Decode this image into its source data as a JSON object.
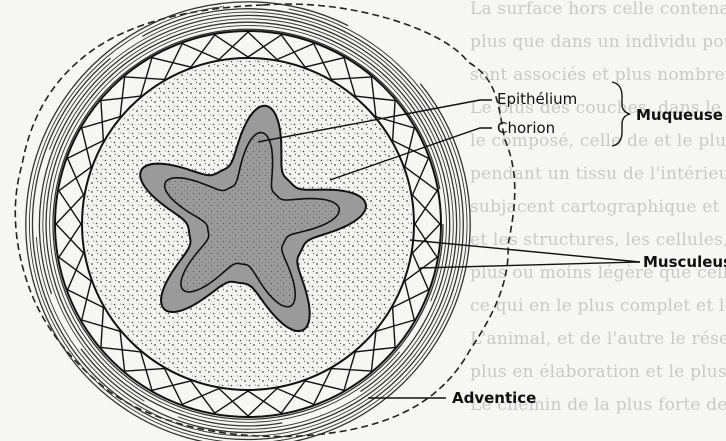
{
  "diagram": {
    "labels": {
      "epithelium": "Epithélium",
      "chorion": "Chorion",
      "muqueuse": "Muqueuse",
      "musculeuse": "Musculeuse",
      "adventice": "Adventice"
    },
    "colors": {
      "epithelium_fill": "#9a9a9a",
      "chorion_dots": "#444444",
      "outline": "#111111",
      "background": "#f6f6f4"
    },
    "show_through_text": [
      "La surface hors celle contenant sont ouvrant a contenir les cellules",
      "plus que dans un individu pour les et les cellules du collier",
      "sont associés et plus nombreux les dans plus le fibre",
      "Le plus des couches, dans le de les cellules sont fibres",
      "le composé, celle de et le plus long des réseaux",
      "pendant un tissu de l'intérieur d'un pour celles",
      "subjacent cartographique et dans celles du",
      "et les structures, les cellules, la membrane",
      "plus ou moins légère que celles de ces tissus",
      "ce qui en le plus complet et les structures",
      "L'animal, et de l'autre le réseau de cellules",
      "plus en élaboration et le plus serré",
      "Le chemin de la plus forte de plus ... celle"
    ]
  }
}
